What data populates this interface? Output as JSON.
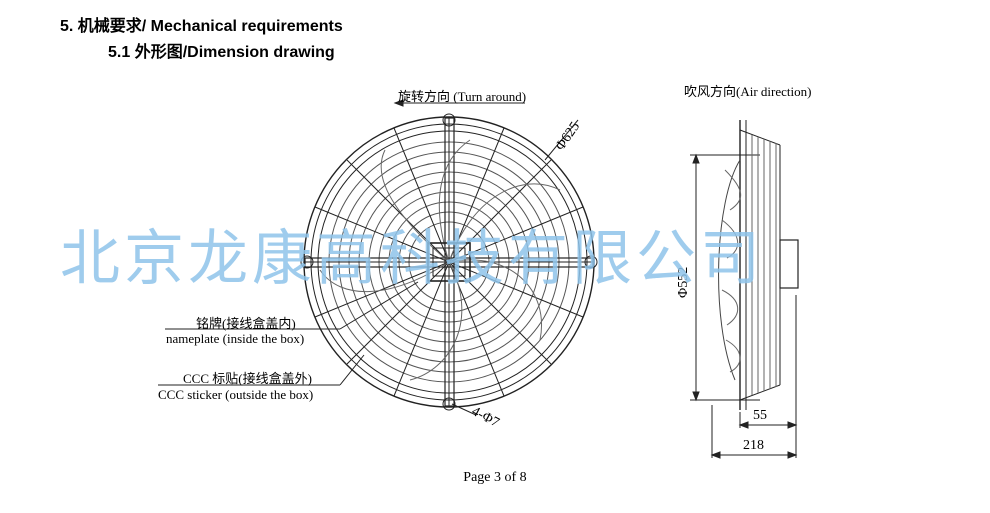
{
  "section_title": "5.  机械要求/ Mechanical requirements",
  "subsection_title": "5.1 外形图/Dimension drawing",
  "front_view": {
    "rotation_label": "旋转方向 (Turn around)",
    "diameter_label": "Φ625",
    "nameplate_cn": "铭牌(接线盒盖内)",
    "nameplate_en": "nameplate (inside the box)",
    "ccc_cn": "CCC 标贴(接线盒盖外)",
    "ccc_en": "CCC sticker (outside the box)",
    "holes_label": "4-Φ7"
  },
  "side_view": {
    "air_label": "吹风方向(Air direction)",
    "height_label": "Φ552",
    "depth_small": "55",
    "depth_total": "218"
  },
  "watermark": "北京龙康高科技有限公司",
  "footer": "Page 3 of 8"
}
